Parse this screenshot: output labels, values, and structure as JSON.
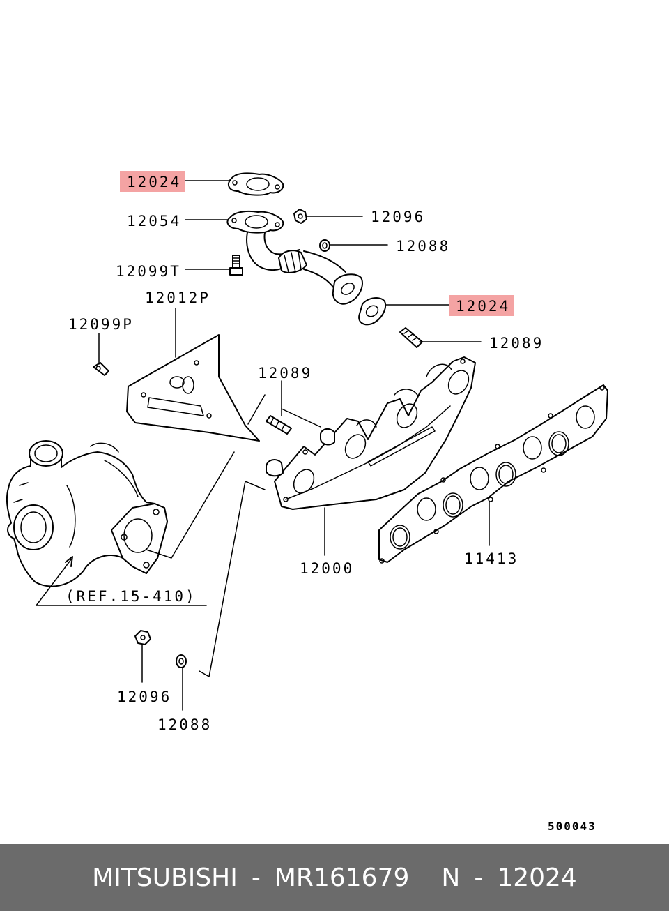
{
  "labels": {
    "gasket_top": "12024",
    "pipe": "12054",
    "bolt_t": "12099T",
    "bracket": "12012P",
    "bolt_p": "12099P",
    "nut_top": "12096",
    "washer_top": "12088",
    "gasket_right": "12024",
    "stud_right": "12089",
    "stud_left": "12089",
    "manifold": "12000",
    "manifold_gasket": "11413",
    "ref": "(REF.15-410)",
    "nut_bottom": "12096",
    "washer_bottom": "12088"
  },
  "diagram_code": "500043",
  "footer": {
    "brand": "MITSUBISHI",
    "separator1": "-",
    "part_number": "MR161679",
    "n_label": "N",
    "separator2": "-",
    "ref_number": "12024"
  },
  "colors": {
    "highlight": "#f4a3a3",
    "footer_bg": "#6b6b6b"
  }
}
